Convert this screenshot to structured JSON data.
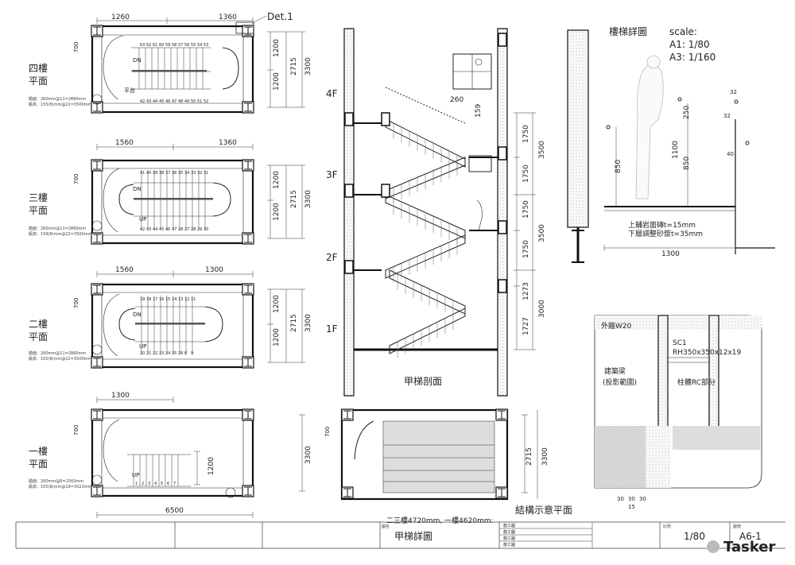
{
  "plans": {
    "fourth": {
      "title1": "四樓",
      "title2": "平面",
      "dim_left": "1260",
      "dim_right": "1360",
      "det": "Det.1",
      "side": "700",
      "r1": "1200",
      "r2": "1200",
      "r3": "2715",
      "r4": "3300",
      "dn": "DN",
      "note1": "踏面：260mm@11=2860mm",
      "note2": "級高：155(8)mm@22=3500mm",
      "steps_top": [
        "63",
        "62",
        "61",
        "60",
        "59",
        "58",
        "57",
        "56",
        "55",
        "54",
        "53"
      ],
      "steps_bot": [
        "42",
        "43",
        "44",
        "45",
        "46",
        "47",
        "48",
        "49",
        "50",
        "51",
        "52"
      ],
      "pingtai": "平台"
    },
    "third": {
      "title1": "三樓",
      "title2": "平面",
      "dim_left": "1560",
      "dim_right": "1360",
      "side": "700",
      "r1": "1200",
      "r2": "1200",
      "r3": "2715",
      "r4": "3300",
      "dn": "DN",
      "up": "UP",
      "note1": "踏面：260mm@11=2860mm",
      "note2": "級高：159(8)mm@22=3500mm",
      "steps_top": [
        "41",
        "40",
        "39",
        "38",
        "37",
        "36",
        "35",
        "34",
        "33",
        "32",
        "31"
      ],
      "steps_bot": [
        "42",
        "43",
        "44",
        "45",
        "46",
        "47",
        "28",
        "27",
        "28",
        "29",
        "30"
      ]
    },
    "second": {
      "title1": "二樓",
      "title2": "平面",
      "dim_left": "1560",
      "dim_right": "1300",
      "side": "700",
      "r1": "1200",
      "r2": "1200",
      "r3": "2715",
      "r4": "3300",
      "dn": "DN",
      "up": "UP",
      "note1": "踏面：260mm@11=2860mm",
      "note2": "級高：155(8)mm@22=3500mm",
      "steps_top": [
        "19",
        "18",
        "17",
        "16",
        "15",
        "14",
        "13",
        "12",
        "11"
      ],
      "steps_bot": [
        "20",
        "21",
        "22",
        "23",
        "24",
        "25",
        "26",
        "8",
        "9"
      ]
    },
    "first": {
      "title1": "一樓",
      "title2": "平面",
      "dim_left": "1300",
      "side": "700",
      "r1": "1200",
      "r4": "3300",
      "up": "UP",
      "note1": "踏面：260mm@6=1560mm",
      "note2": "級高：155(8)mm@19=3022mm",
      "bottom": "6500",
      "steps_bot": [
        "1",
        "2",
        "3",
        "4",
        "5",
        "6",
        "7"
      ]
    }
  },
  "section": {
    "floors": [
      "4F",
      "3F",
      "2F",
      "1F"
    ],
    "dims_a": [
      "1750",
      "1750",
      "1750",
      "1750",
      "1273",
      "1727"
    ],
    "dims_b": [
      "3500",
      "3500",
      "3000"
    ],
    "d260": "260",
    "d159": "159",
    "title": "甲梯剖面"
  },
  "detail": {
    "title": "樓梯詳圖",
    "scale": "scale:",
    "a1": "A1: 1/80",
    "a3": "A3: 1/160",
    "d32a": "32",
    "d32b": "32",
    "d40": "40",
    "d250": "250",
    "d1100": "1100",
    "d850a": "850",
    "d850b": "850",
    "mat1": "上舖岩面磚t=15mm",
    "mat2": "下層調整砂漿t=35mm",
    "w1300": "1300"
  },
  "structure": {
    "wall": "外牆W20",
    "sc1": "SC1",
    "rh": "RH350x350x12x19",
    "beam1": "建築梁",
    "beam2": "(投影範圍)",
    "col": "柱體RC部分",
    "d30a": "30",
    "d30b": "30",
    "d30c": "30",
    "d15": "15"
  },
  "struct_plan": {
    "side": "700",
    "d2715": "2715",
    "d3300": "3300",
    "title": "結構示意平面",
    "caption": "二三樓4720mm, 一樓4620mm:"
  },
  "title_block": {
    "drawing": "甲梯詳圖",
    "scale_label": "比例",
    "scale": "1/80",
    "num_label": "圖號",
    "num": "A6-1",
    "label_name": "圖名",
    "rows": [
      "施工圖",
      "施工圖",
      "施工圖",
      "施工圖"
    ],
    "brand": "Tasker"
  }
}
